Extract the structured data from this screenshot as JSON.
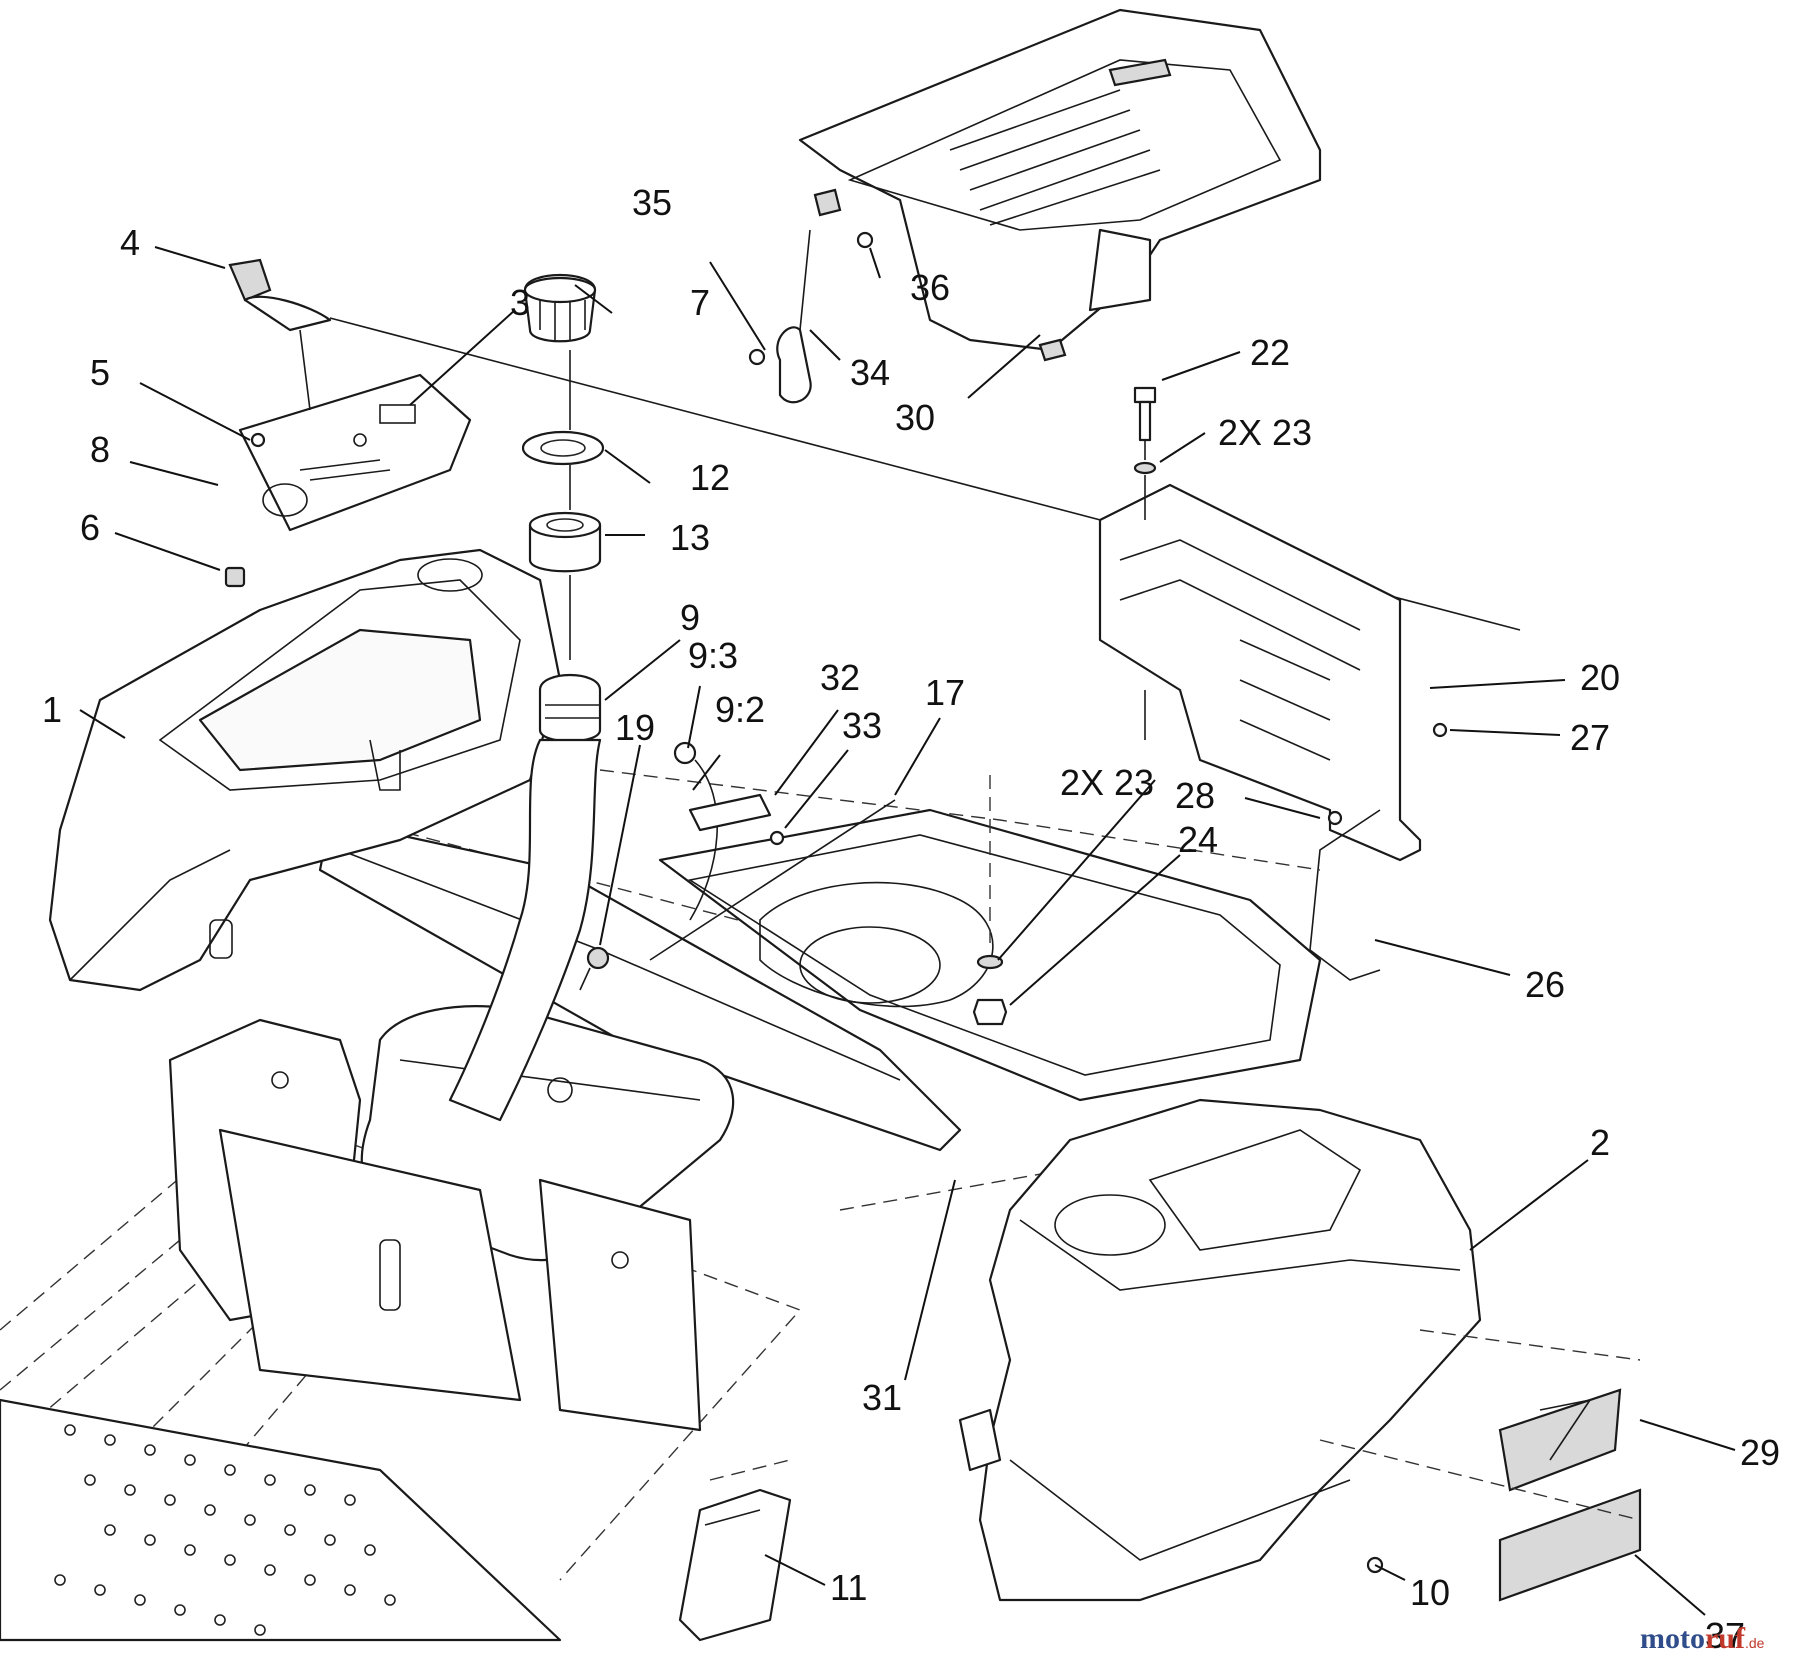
{
  "callouts": [
    {
      "id": "c1",
      "text": "1"
    },
    {
      "id": "c2",
      "text": "2"
    },
    {
      "id": "c3",
      "text": "3"
    },
    {
      "id": "c4",
      "text": "4"
    },
    {
      "id": "c5",
      "text": "5"
    },
    {
      "id": "c6",
      "text": "6"
    },
    {
      "id": "c7",
      "text": "7"
    },
    {
      "id": "c8",
      "text": "8"
    },
    {
      "id": "c9",
      "text": "9"
    },
    {
      "id": "c9-3",
      "text": "9:3"
    },
    {
      "id": "c9-2",
      "text": "9:2"
    },
    {
      "id": "c10",
      "text": "10"
    },
    {
      "id": "c11",
      "text": "11"
    },
    {
      "id": "c12",
      "text": "12"
    },
    {
      "id": "c13",
      "text": "13"
    },
    {
      "id": "c17",
      "text": "17"
    },
    {
      "id": "c19",
      "text": "19"
    },
    {
      "id": "c20",
      "text": "20"
    },
    {
      "id": "c22",
      "text": "22"
    },
    {
      "id": "c23a",
      "text": "2X 23"
    },
    {
      "id": "c23b",
      "text": "2X 23"
    },
    {
      "id": "c24",
      "text": "24"
    },
    {
      "id": "c26",
      "text": "26"
    },
    {
      "id": "c27",
      "text": "27"
    },
    {
      "id": "c28",
      "text": "28"
    },
    {
      "id": "c29",
      "text": "29"
    },
    {
      "id": "c30",
      "text": "30"
    },
    {
      "id": "c31",
      "text": "31"
    },
    {
      "id": "c32",
      "text": "32"
    },
    {
      "id": "c33",
      "text": "33"
    },
    {
      "id": "c34",
      "text": "34"
    },
    {
      "id": "c35",
      "text": "35"
    },
    {
      "id": "c36",
      "text": "36"
    },
    {
      "id": "c37",
      "text": "37"
    }
  ],
  "watermark": {
    "part_a": "moto",
    "part_b": "ruf",
    "suffix": ".de"
  }
}
